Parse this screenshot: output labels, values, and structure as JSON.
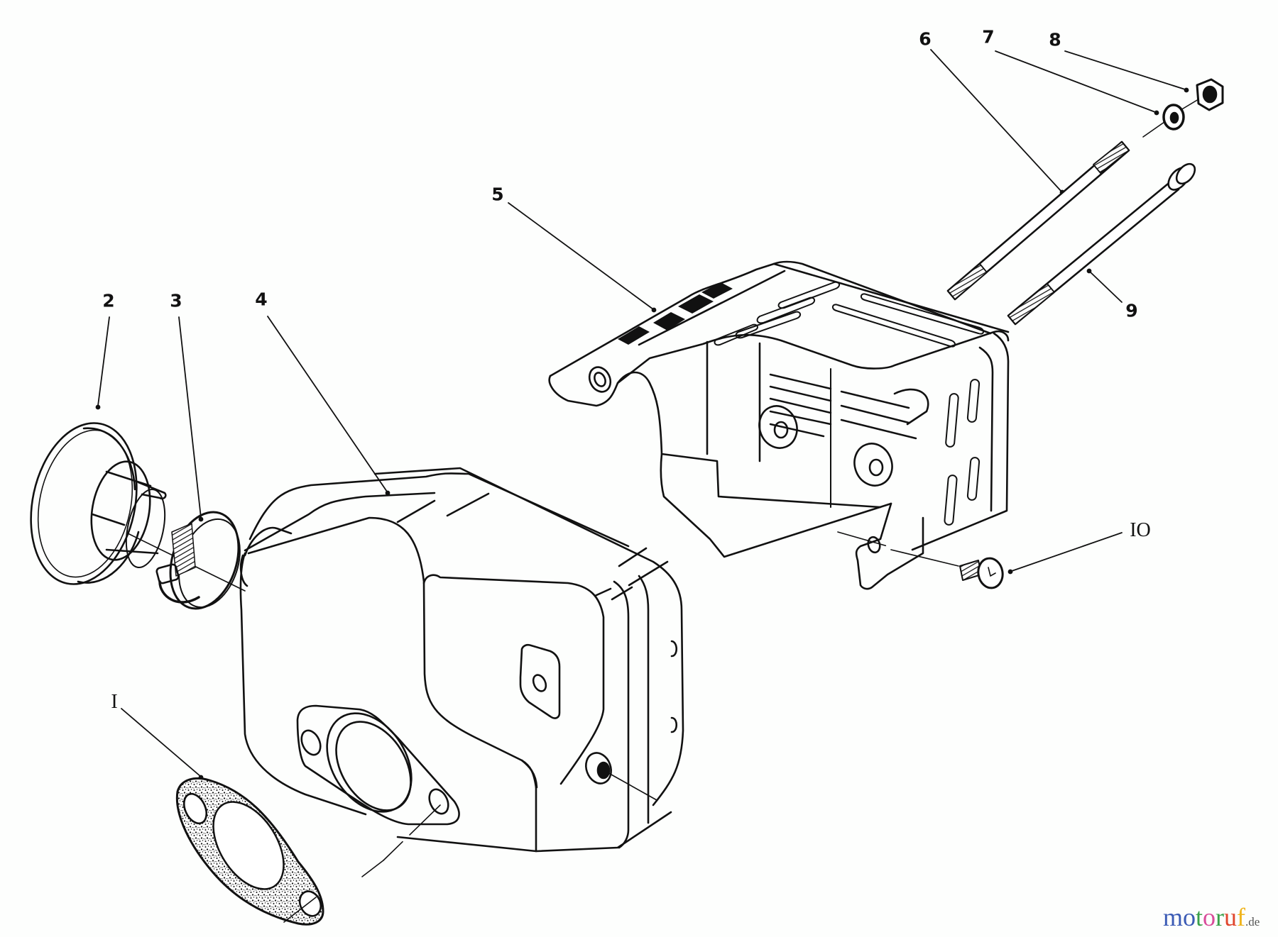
{
  "diagram": {
    "title": "Muffler exploded parts diagram",
    "callouts": [
      {
        "id": "1",
        "label": "I",
        "part": "gasket"
      },
      {
        "id": "2",
        "label": "2",
        "part": "muffler deflector / spark arrester cap"
      },
      {
        "id": "3",
        "label": "3",
        "part": "hose clamp"
      },
      {
        "id": "4",
        "label": "4",
        "part": "muffler"
      },
      {
        "id": "5",
        "label": "5",
        "part": "muffler guard / heat shield"
      },
      {
        "id": "6",
        "label": "6",
        "part": "stud"
      },
      {
        "id": "7",
        "label": "7",
        "part": "lock washer"
      },
      {
        "id": "8",
        "label": "8",
        "part": "hex nut"
      },
      {
        "id": "9",
        "label": "9",
        "part": "bolt"
      },
      {
        "id": "10",
        "label": "IO",
        "part": "screw"
      }
    ]
  },
  "watermark": {
    "letters": [
      {
        "char": "m",
        "color": "#3b5bb5"
      },
      {
        "char": "o",
        "color": "#3b5bb5"
      },
      {
        "char": "t",
        "color": "#3aa04a"
      },
      {
        "char": "o",
        "color": "#d94c9a"
      },
      {
        "char": "r",
        "color": "#3aa04a"
      },
      {
        "char": "u",
        "color": "#e0462e"
      },
      {
        "char": "f",
        "color": "#f0b41c"
      }
    ],
    "tld": ".de",
    "text": "motoruf.de"
  }
}
